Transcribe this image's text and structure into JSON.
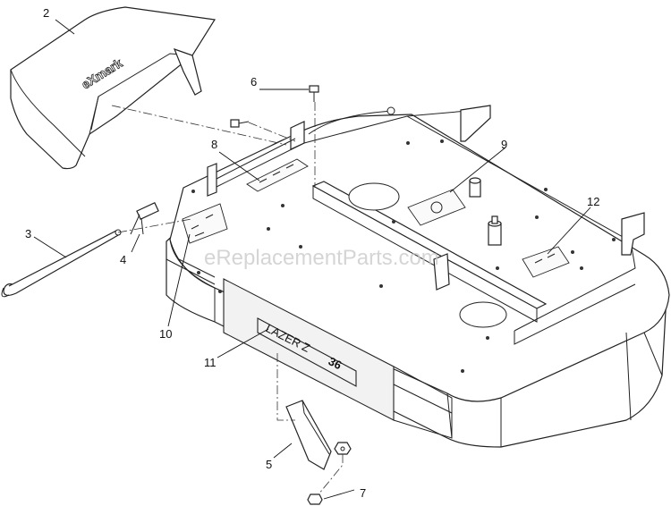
{
  "watermark": "eReplacementParts.com",
  "callouts": [
    {
      "id": "2",
      "label": "2"
    },
    {
      "id": "3",
      "label": "3"
    },
    {
      "id": "4",
      "label": "4"
    },
    {
      "id": "5",
      "label": "5"
    },
    {
      "id": "6",
      "label": "6"
    },
    {
      "id": "7",
      "label": "7"
    },
    {
      "id": "8",
      "label": "8"
    },
    {
      "id": "9",
      "label": "9"
    },
    {
      "id": "10",
      "label": "10"
    },
    {
      "id": "11",
      "label": "11"
    },
    {
      "id": "12",
      "label": "12"
    }
  ],
  "parts": {
    "chute_logo": "eXmark",
    "deck_badge": "LAZER Z",
    "deck_size": "36"
  }
}
